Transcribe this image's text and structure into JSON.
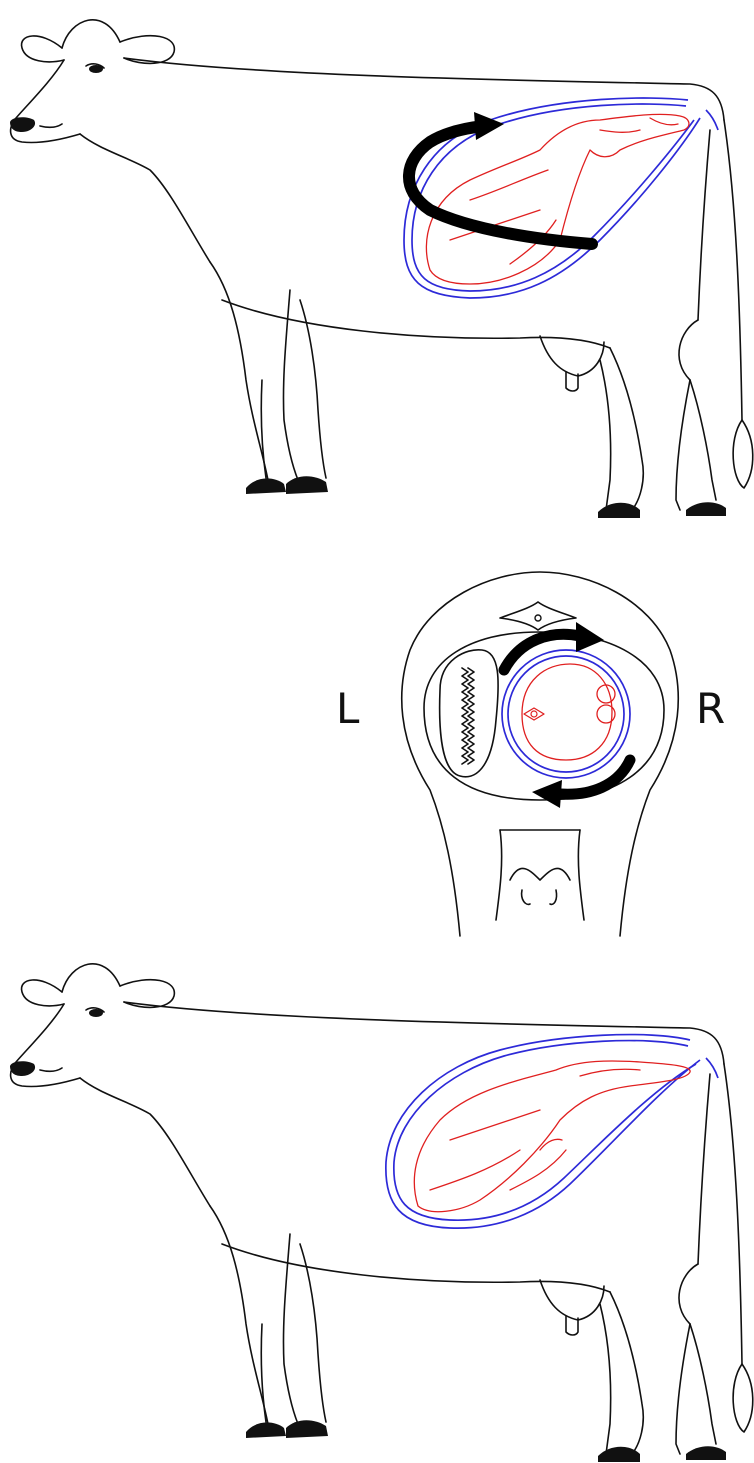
{
  "labels": {
    "left": "L",
    "right": "R"
  },
  "colors": {
    "outline": "#111111",
    "uterus_wall": "#2d2ad8",
    "fetus": "#e02020",
    "arrow": "#000000",
    "background": "#ffffff"
  },
  "panels": [
    {
      "view": "lateral",
      "state": "torsion",
      "arrow_icon": "rotation-arrow-icon"
    },
    {
      "view": "cross-section",
      "state": "torsion",
      "arrow_icon": "clockwise-arrows-icon"
    },
    {
      "view": "lateral",
      "state": "normal"
    }
  ]
}
